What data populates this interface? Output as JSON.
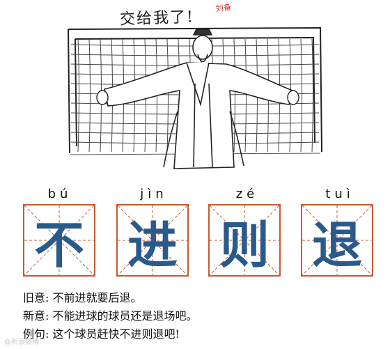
{
  "caption": "交给我了!",
  "seal": "刘备",
  "pinyin": [
    "bú",
    "jìn",
    "zé",
    "tuì"
  ],
  "characters": [
    "不",
    "进",
    "则",
    "退"
  ],
  "colors": {
    "grid_border": "#c85a33",
    "character": "#2a5a8c",
    "seal": "#c8302a"
  },
  "explanations": [
    {
      "label": "旧意:",
      "text": "不前进就要后退。"
    },
    {
      "label": "新意:",
      "text": "不能进球的球员还是退场吧。"
    },
    {
      "label": "例句:",
      "text": "这个球员赶快不进则退吧!"
    }
  ],
  "watermark": "@新浪微博"
}
